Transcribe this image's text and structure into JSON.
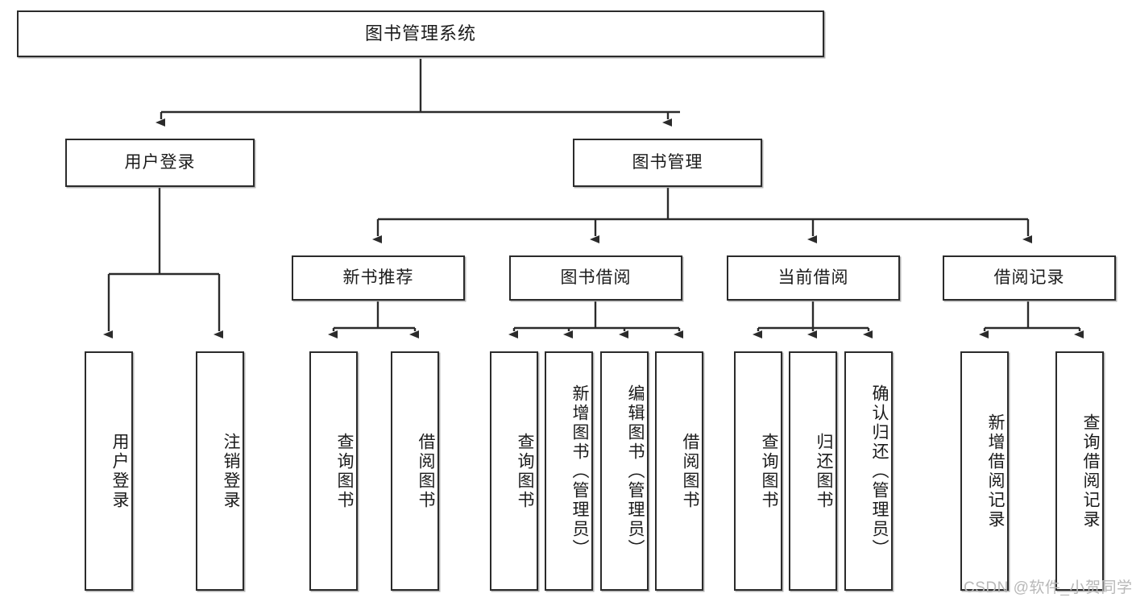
{
  "diagram": {
    "type": "tree-hierarchy-flowchart",
    "title": "图书管理系统",
    "orientation": "top-down",
    "style": {
      "box_border_color": "#2b2b2b",
      "box_fill_color": "#ffffff",
      "connector_color": "#2b2b2b",
      "background_color": "#ffffff",
      "watermark_color": "#b8b8b8"
    },
    "levels": {
      "root": "图书管理系统",
      "level2": [
        "用户登录",
        "图书管理"
      ],
      "level3": [
        "新书推荐",
        "图书借阅",
        "当前借阅",
        "借阅记录"
      ]
    },
    "nodes": {
      "root": {
        "label": "图书管理系统"
      },
      "user_login": {
        "label": "用户登录"
      },
      "book_manage": {
        "label": "图书管理"
      },
      "new_book_rec": {
        "label": "新书推荐"
      },
      "book_borrow": {
        "label": "图书借阅"
      },
      "current_borrow": {
        "label": "当前借阅"
      },
      "borrow_record": {
        "label": "借阅记录"
      },
      "leaf_user_login": {
        "label": "用户登录"
      },
      "leaf_logout": {
        "label": "注销登录"
      },
      "leaf_query_book_1": {
        "label": "查询图书"
      },
      "leaf_borrow_book_1": {
        "label": "借阅图书"
      },
      "leaf_query_book_2": {
        "label": "查询图书"
      },
      "leaf_add_book": {
        "label": "新增图书（管理员）"
      },
      "leaf_edit_book": {
        "label": "编辑图书（管理员）"
      },
      "leaf_borrow_book_2": {
        "label": "借阅图书"
      },
      "leaf_query_book_3": {
        "label": "查询图书"
      },
      "leaf_return_book": {
        "label": "归还图书"
      },
      "leaf_confirm_return": {
        "label": "确认归还（管理员）"
      },
      "leaf_add_record": {
        "label": "新增借阅记录"
      },
      "leaf_query_record": {
        "label": "查询借阅记录"
      }
    },
    "edges": [
      {
        "from": "root",
        "to": "user_login"
      },
      {
        "from": "root",
        "to": "book_manage"
      },
      {
        "from": "user_login",
        "to": "leaf_user_login"
      },
      {
        "from": "user_login",
        "to": "leaf_logout"
      },
      {
        "from": "book_manage",
        "to": "new_book_rec"
      },
      {
        "from": "book_manage",
        "to": "book_borrow"
      },
      {
        "from": "book_manage",
        "to": "current_borrow"
      },
      {
        "from": "book_manage",
        "to": "borrow_record"
      },
      {
        "from": "new_book_rec",
        "to": "leaf_query_book_1"
      },
      {
        "from": "new_book_rec",
        "to": "leaf_borrow_book_1"
      },
      {
        "from": "book_borrow",
        "to": "leaf_query_book_2"
      },
      {
        "from": "book_borrow",
        "to": "leaf_add_book"
      },
      {
        "from": "book_borrow",
        "to": "leaf_edit_book"
      },
      {
        "from": "book_borrow",
        "to": "leaf_borrow_book_2"
      },
      {
        "from": "current_borrow",
        "to": "leaf_query_book_3"
      },
      {
        "from": "current_borrow",
        "to": "leaf_return_book"
      },
      {
        "from": "current_borrow",
        "to": "leaf_confirm_return"
      },
      {
        "from": "borrow_record",
        "to": "leaf_add_record"
      },
      {
        "from": "borrow_record",
        "to": "leaf_query_record"
      }
    ]
  },
  "watermark": {
    "text": "CSDN @软件_小贺同学"
  }
}
